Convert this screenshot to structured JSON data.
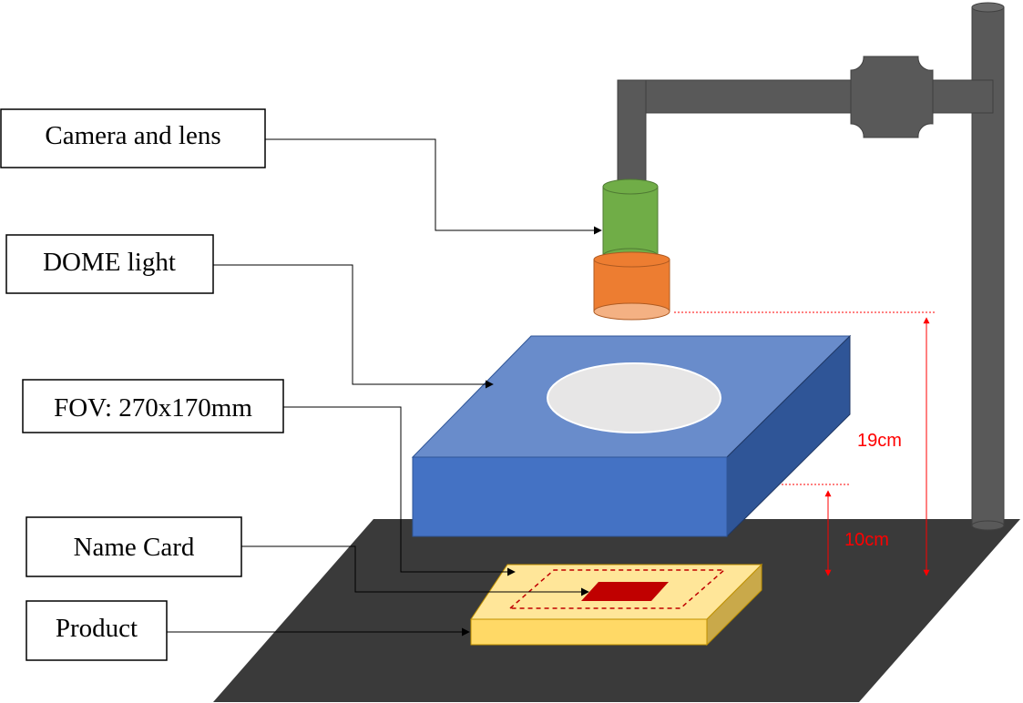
{
  "labels": {
    "camera": "Camera and lens",
    "dome": "DOME light",
    "fov": "FOV: 270x170mm",
    "name_card": "Name Card",
    "product": "Product"
  },
  "dimensions": {
    "camera_height": "19cm",
    "dome_height": "10cm"
  },
  "colors": {
    "base": "#3a3a3a",
    "stand": "#595959",
    "lens_green": "#70ad47",
    "lens_orange": "#ed7d31",
    "dome_top": "#698ccb",
    "dome_front": "#4472c4",
    "dome_side": "#2f5597",
    "product": "#ffd966",
    "card": "#c00000",
    "dimension": "#ff0000"
  }
}
